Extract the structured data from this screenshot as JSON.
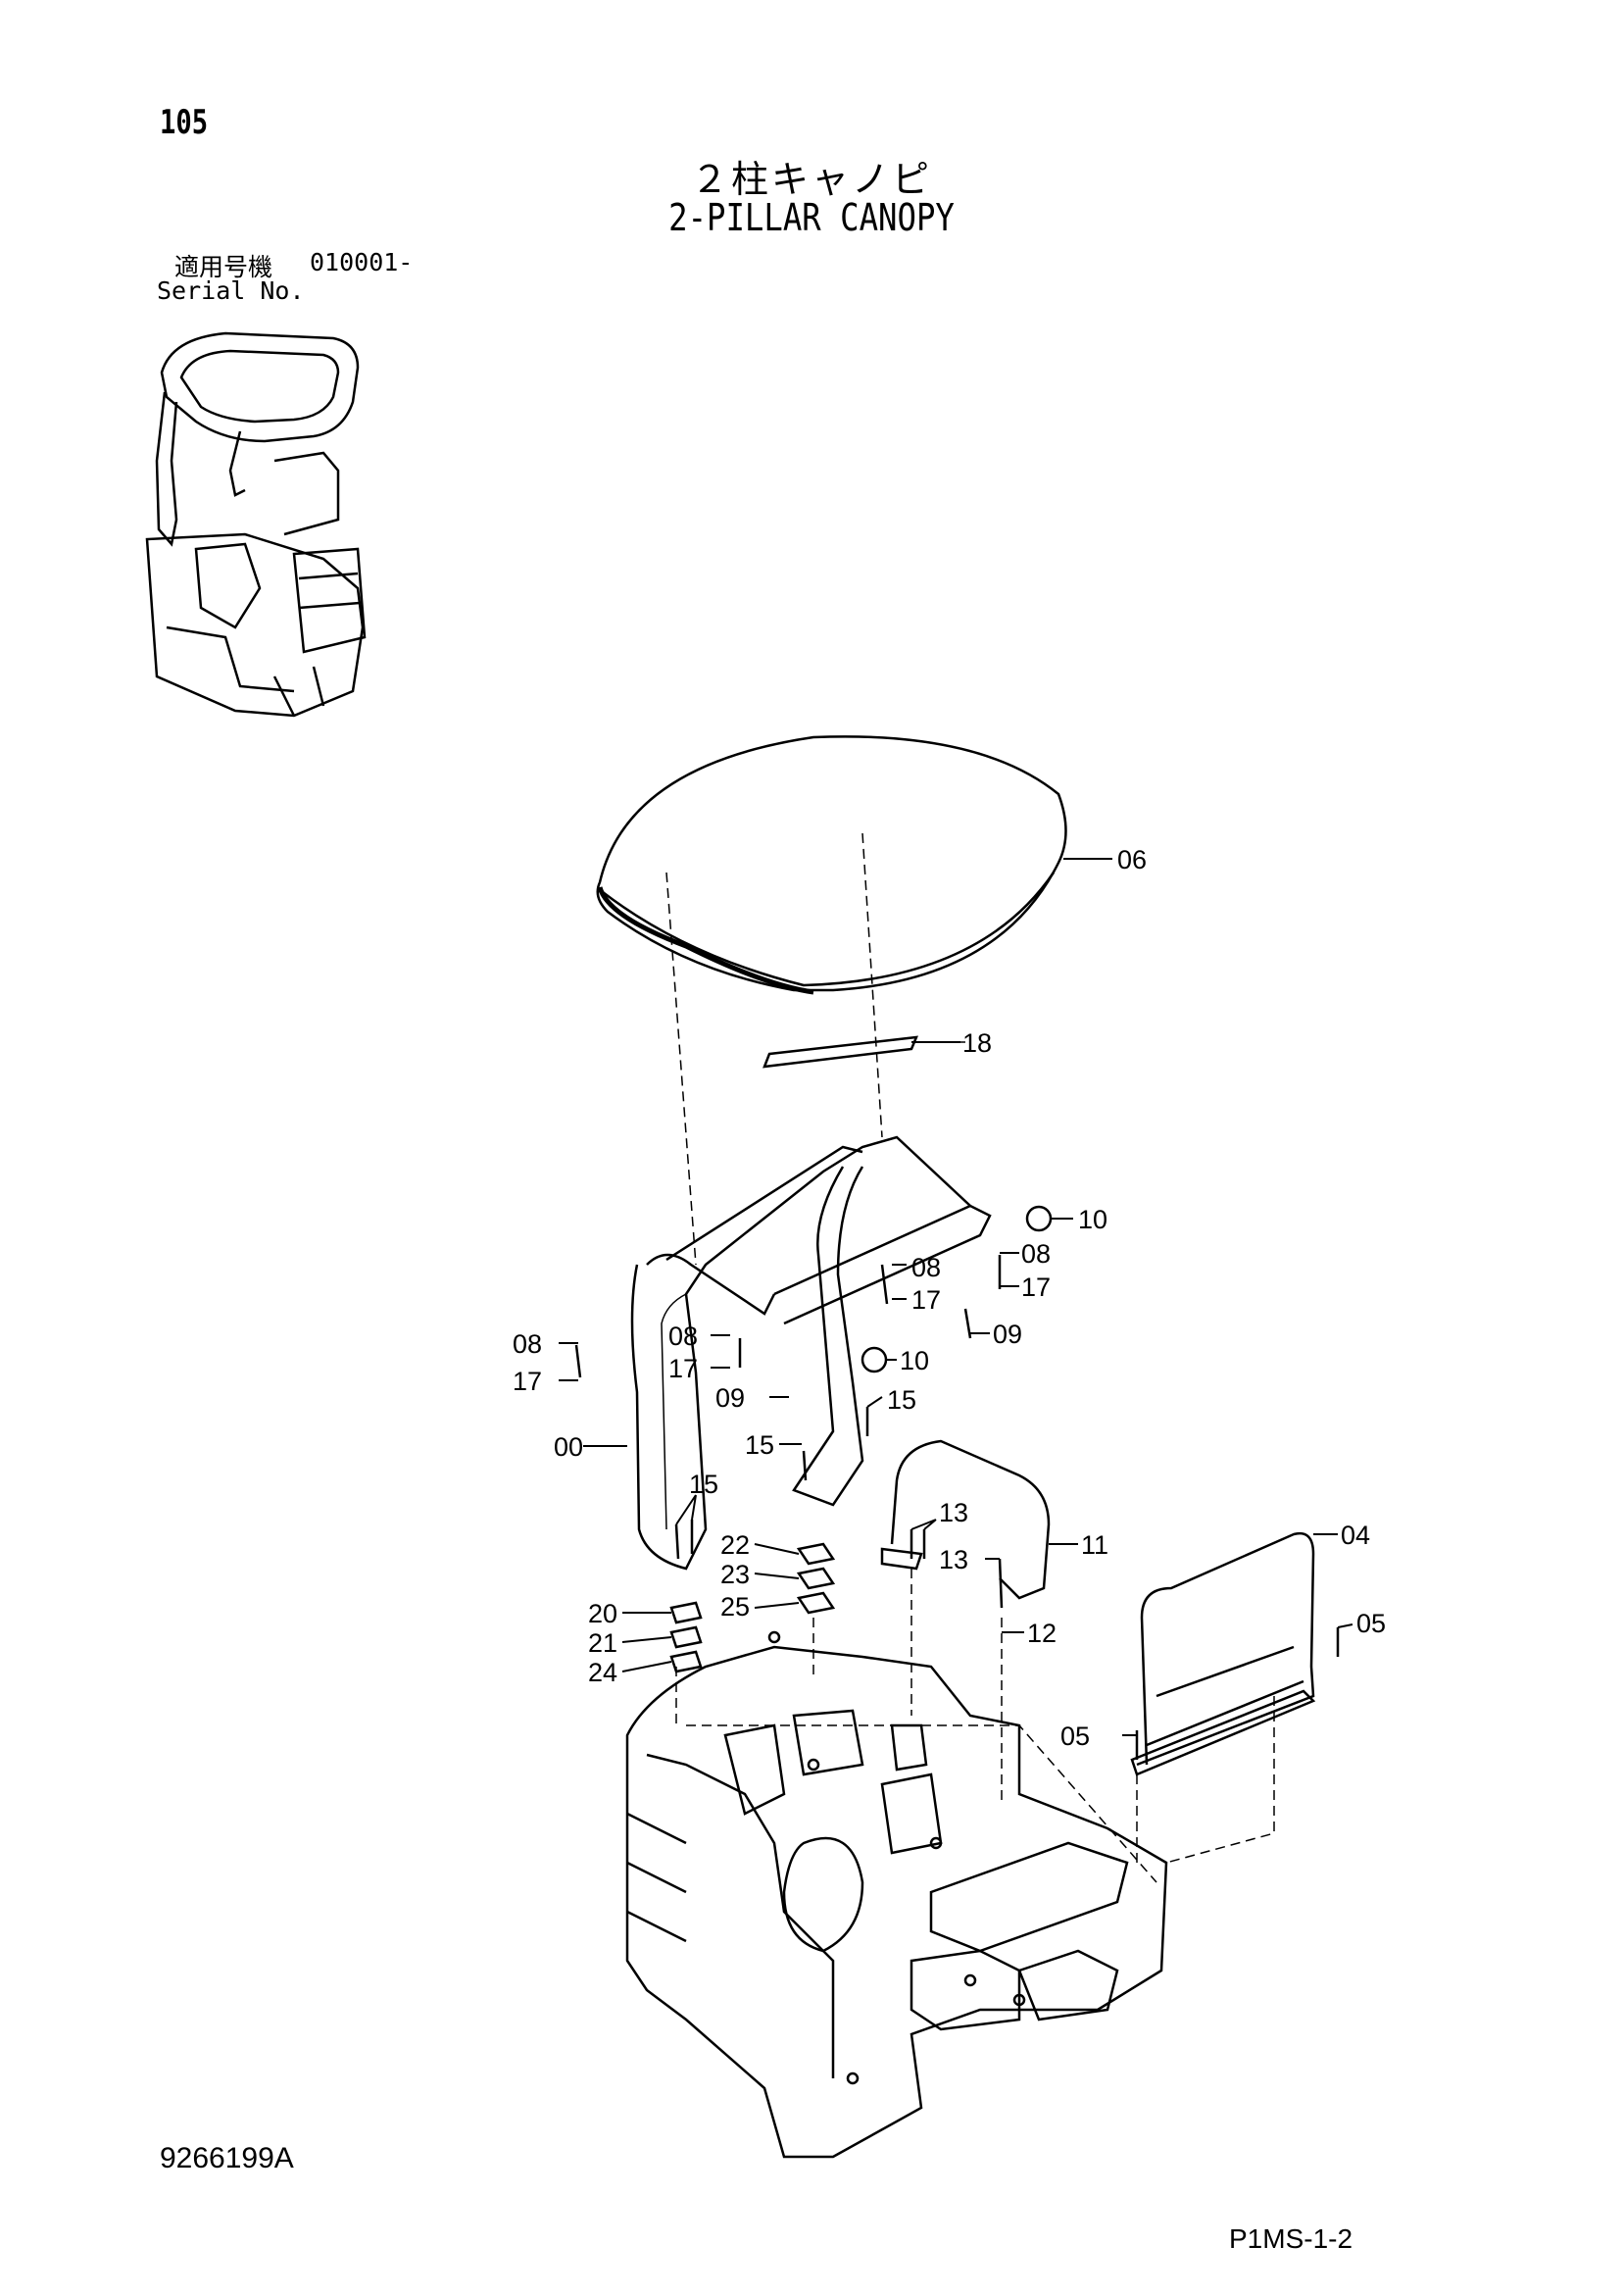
{
  "header": {
    "page_number": "105",
    "title_jp": "２柱キャノピ",
    "title_en": "2-PILLAR CANOPY",
    "serial_label_jp": "適用号機",
    "serial_value": "010001-",
    "serial_label_en": "Serial No."
  },
  "callouts": [
    "06",
    "18",
    "10",
    "08",
    "17",
    "08",
    "17",
    "09",
    "08",
    "17",
    "08",
    "17",
    "09",
    "10",
    "15",
    "15",
    "00",
    "15",
    "13",
    "11",
    "04",
    "13",
    "22",
    "23",
    "25",
    "20",
    "21",
    "24",
    "12",
    "05",
    "05"
  ],
  "footer": {
    "doc_number": "9266199A",
    "page_ref": "P1MS-1-2"
  }
}
